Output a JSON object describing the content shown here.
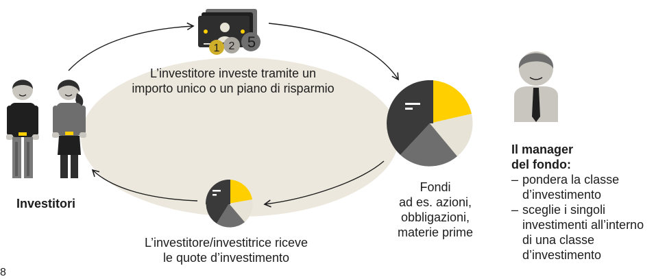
{
  "center_text": "L’investitore investe tramite un importo unico o un piano di risparmio",
  "investors_label": "Investitori",
  "funds_text": [
    "Fondi",
    "ad es. azioni,",
    "obbligazioni,",
    "materie prime"
  ],
  "receive_text": [
    "L’investitore/investitrice riceve",
    "le quote d’investimento"
  ],
  "manager": {
    "title": [
      "Il manager",
      "del fondo:"
    ],
    "items": [
      {
        "dash": "–",
        "lines": [
          "pondera la classe",
          "d’investimento"
        ]
      },
      {
        "dash": "–",
        "lines": [
          "sceglie i singoli",
          "investimenti all’interno",
          "di una classe",
          "d’investimento"
        ]
      }
    ]
  },
  "coins": [
    "1",
    "2",
    "5"
  ],
  "page_number": "8",
  "colors": {
    "ellipse": "#ede8dd",
    "dark": "#3a3a3a",
    "grey": "#6e6e6e",
    "yellow": "#ffcf00",
    "beige": "#e8e3d7",
    "skin": "#c9c6bf"
  }
}
